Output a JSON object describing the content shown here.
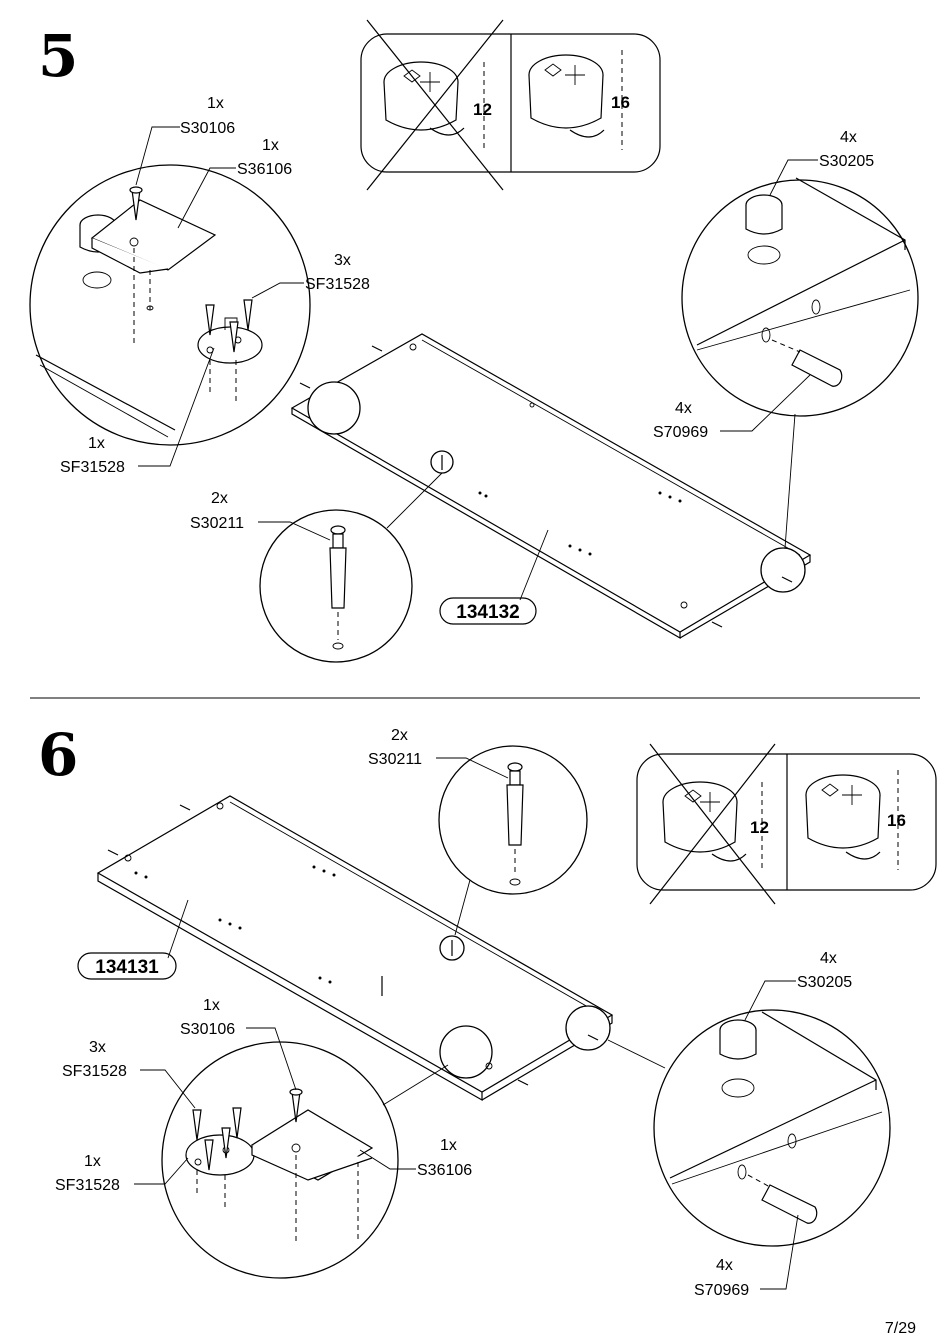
{
  "step5": {
    "number": "5",
    "part_label": "134132",
    "labels": {
      "s30106_qty": "1x",
      "s30106_code": "S30106",
      "s36106_qty": "1x",
      "s36106_code": "S36106",
      "sf31528a_qty": "3x",
      "sf31528a_code": "SF31528",
      "sf31528b_qty": "1x",
      "sf31528b_code": "SF31528",
      "s30211_qty": "2x",
      "s30211_code": "S30211",
      "s30205_qty": "4x",
      "s30205_code": "S30205",
      "s70969_qty": "4x",
      "s70969_code": "S70969"
    },
    "dims": {
      "wrong": "12",
      "right": "16"
    }
  },
  "step6": {
    "number": "6",
    "part_label": "134131",
    "labels": {
      "s30211_qty": "2x",
      "s30211_code": "S30211",
      "s30106_qty": "1x",
      "s30106_code": "S30106",
      "sf31528a_qty": "3x",
      "sf31528a_code": "SF31528",
      "sf31528b_qty": "1x",
      "sf31528b_code": "SF31528",
      "s36106_qty": "1x",
      "s36106_code": "S36106",
      "s30205_qty": "4x",
      "s30205_code": "S30205",
      "s70969_qty": "4x",
      "s70969_code": "S70969"
    },
    "dims": {
      "wrong": "12",
      "right": "16"
    }
  },
  "page_number": "7/29"
}
